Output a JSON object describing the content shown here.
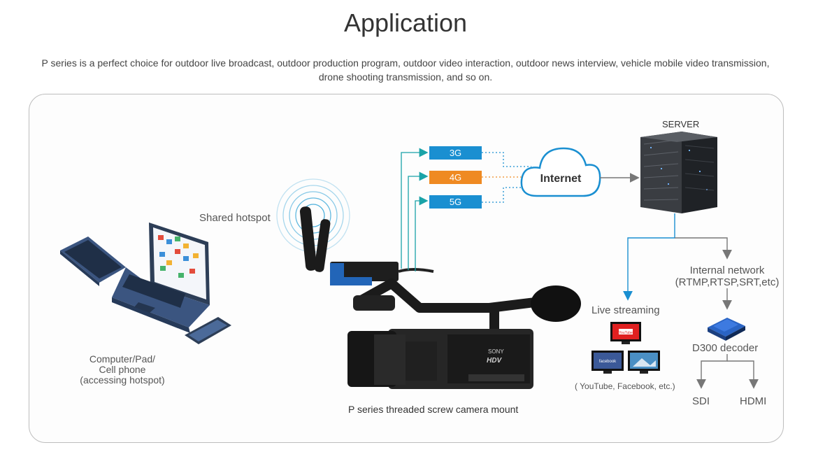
{
  "header": {
    "title": "Application",
    "description": "P series is a perfect choice for outdoor live broadcast, outdoor production program, outdoor video interaction, outdoor news interview, vehicle mobile video transmission, drone shooting transmission, and so on."
  },
  "diagram": {
    "shared_hotspot": "Shared hotspot",
    "devices_label_line1": "Computer/Pad/",
    "devices_label_line2": "Cell phone",
    "devices_label_line3": "(accessing hotspot)",
    "camera_mount": "P series threaded screw camera mount",
    "networks": [
      "3G",
      "4G",
      "5G"
    ],
    "internet": "Internet",
    "server": "SERVER",
    "live_streaming": "Live streaming",
    "platforms": "( YouTube, Facebook, etc.)",
    "internal_network_line1": "Internal network",
    "internal_network_line2": "(RTMP,RTSP,SRT,etc)",
    "decoder": "D300 decoder",
    "output_sdi": "SDI",
    "output_hdmi": "HDMI",
    "youtube_logo": "YouTube",
    "facebook_logo": "facebook",
    "camera_brand": "SONY",
    "camera_model": "HDV",
    "colors": {
      "net_3g": "#1a8fd1",
      "net_4g": "#ef8a22",
      "net_5g": "#1a8fd1",
      "teal_line": "#1aa3a8",
      "arrow_gray": "#777777"
    }
  }
}
